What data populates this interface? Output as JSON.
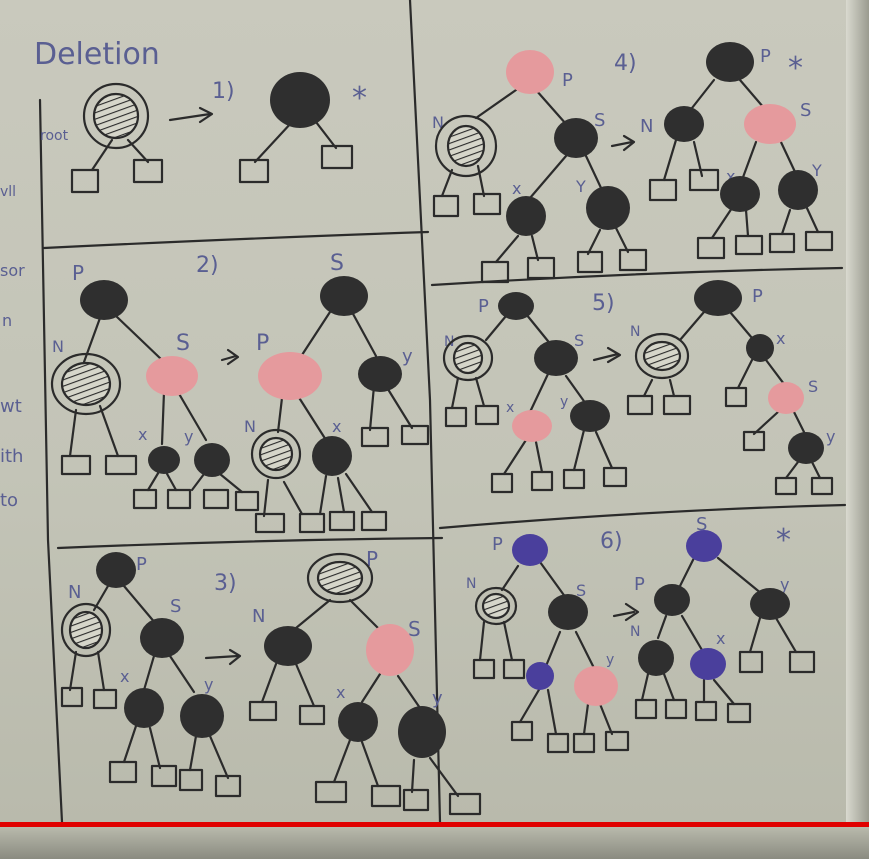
{
  "board": {
    "title": "Deletion",
    "left_margin_fragments": [
      "vll",
      "sor",
      "n",
      "wt",
      "ith",
      "to"
    ]
  },
  "colors": {
    "black_node": "#2f2f2f",
    "red_node": "#e59a9d",
    "blue_node": "#4a3f9c",
    "ink": "#2b2b2b",
    "label_ink": "#5a5f92",
    "progress": "#e00000"
  },
  "cases": [
    {
      "id": "1",
      "label": "1)",
      "starred": true,
      "text": [
        "root"
      ]
    },
    {
      "id": "2",
      "label": "2)",
      "starred": false,
      "text": [
        "P",
        "N",
        "S",
        "x",
        "y",
        "S",
        "P",
        "y",
        "N",
        "x"
      ]
    },
    {
      "id": "3",
      "label": "3)",
      "starred": false,
      "text": [
        "P",
        "N",
        "S",
        "x",
        "y",
        "P",
        "N",
        "S",
        "x",
        "y"
      ]
    },
    {
      "id": "4",
      "label": "4)",
      "starred": true,
      "text": [
        "P",
        "N",
        "S",
        "x",
        "Y",
        "P",
        "N",
        "S",
        "x",
        "Y"
      ]
    },
    {
      "id": "5",
      "label": "5)",
      "starred": false,
      "text": [
        "P",
        "N",
        "S",
        "x",
        "y",
        "P",
        "N",
        "x",
        "S",
        "y"
      ]
    },
    {
      "id": "6",
      "label": "6)",
      "starred": true,
      "text": [
        "P",
        "N",
        "S",
        "y",
        "S",
        "P",
        "y",
        "N",
        "x"
      ]
    }
  ],
  "video": {
    "progress": 1.0
  }
}
